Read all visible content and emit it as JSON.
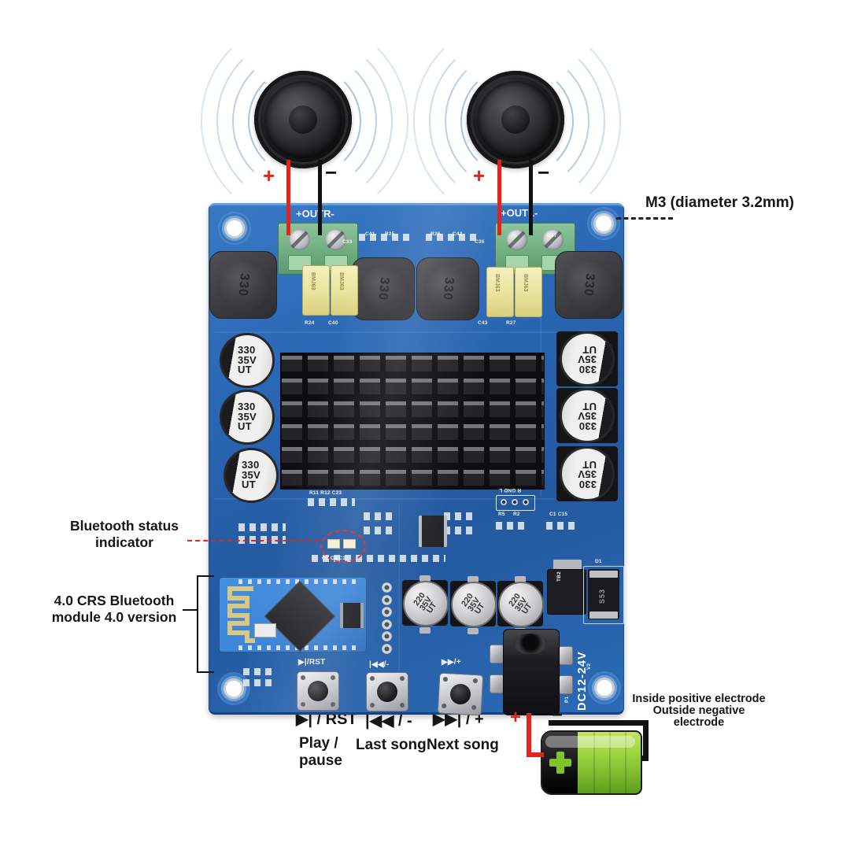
{
  "annotations": {
    "m3_label": "M3 (diameter 3.2mm)",
    "bt_status_line1": "Bluetooth status",
    "bt_status_line2": "indicator",
    "bt_module_line1": "4.0 CRS Bluetooth",
    "bt_module_line2": "module 4.0 version",
    "electrode_line1": "Inside positive electrode",
    "electrode_line2": "Outside negative electrode",
    "btn_symbols": [
      "▶| / RST",
      "|◀◀ / -",
      "▶▶| / +"
    ],
    "btn1_caption_line1": "Play /",
    "btn1_caption_line2": "pause",
    "btn2_caption": "Last song",
    "btn3_caption": "Next song",
    "speaker_plus": "+",
    "speaker_minus": "−",
    "supply_plus": "+",
    "supply_minus": "−"
  },
  "board": {
    "out_right_label": "+OUTR-",
    "out_left_label": "+OUTL-",
    "dc_label": "DC12-24V",
    "inductor_value": "330",
    "cap330": [
      "330",
      "35V",
      "UT"
    ],
    "cap220": [
      "220",
      "35V",
      "UT"
    ],
    "film_cap_marking": "BMJ63",
    "header_label": "R GND L",
    "diode_marking": "S53",
    "btn_silk": [
      "▶|/RST",
      "|◀◀/-",
      "▶▶/+"
    ],
    "refs": [
      {
        "t": "C33"
      },
      {
        "t": "C41"
      },
      {
        "t": "R25"
      },
      {
        "t": "R26"
      },
      {
        "t": "C42"
      },
      {
        "t": "C36"
      },
      {
        "t": "C37"
      },
      {
        "t": "R24"
      },
      {
        "t": "C40"
      },
      {
        "t": "C43"
      },
      {
        "t": "R27"
      },
      {
        "t": "R11 R12 C23"
      },
      {
        "t": "R5"
      },
      {
        "t": "R2"
      },
      {
        "t": "C1 C15"
      },
      {
        "t": "C2 C3 C22"
      },
      {
        "t": "D1"
      },
      {
        "t": "P1"
      },
      {
        "t": "V2"
      },
      {
        "t": "TB2"
      }
    ]
  },
  "colors": {
    "board_blue": "#2a67b4",
    "module_blue": "#3c85d8",
    "wire_red": "#e0261c",
    "battery_green": "#8dc63f",
    "wave_blue": "#7eadd6",
    "heatsink_black": "#131316",
    "terminal_green": "#6fae80",
    "film_cap_yellow": "#e9e39c"
  }
}
